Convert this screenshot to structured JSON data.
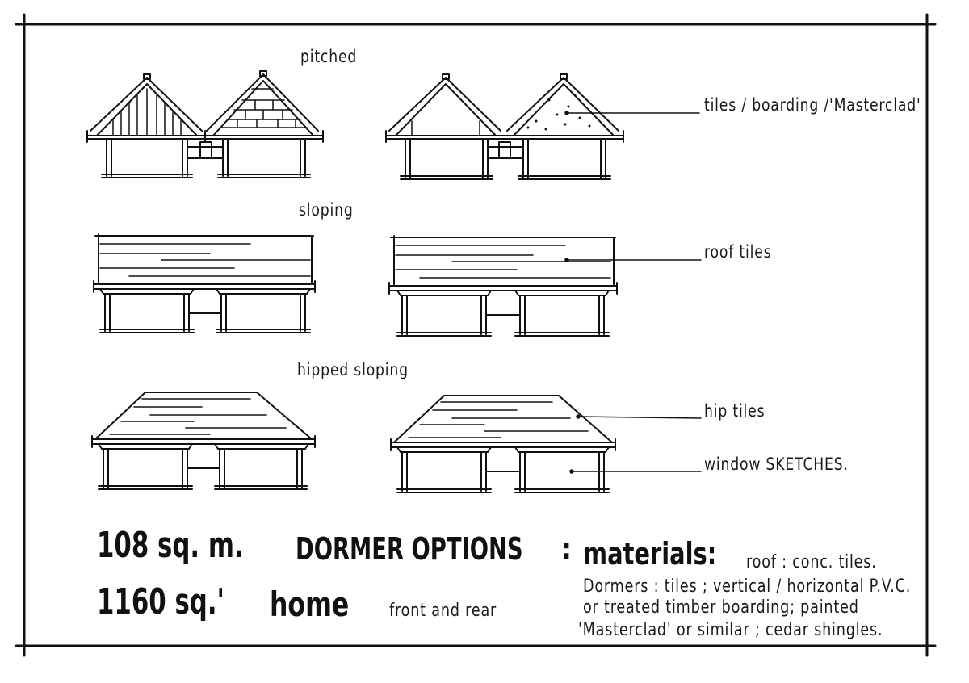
{
  "sections": [
    {
      "key": "pitched",
      "label": "pitched"
    },
    {
      "key": "sloping",
      "label": "sloping"
    },
    {
      "key": "hipped",
      "label": "hipped  sloping"
    }
  ],
  "callouts": [
    {
      "key": "tiles",
      "label": "tiles / boarding /'Masterclad'"
    },
    {
      "key": "roof",
      "label": "roof  tiles"
    },
    {
      "key": "hip",
      "label": "hip  tiles"
    },
    {
      "key": "window",
      "label": "window  SKETCHES."
    }
  ],
  "footer": {
    "area_metric": "108 sq. m.",
    "area_imperial": "1160 sq.'",
    "title_dormer": "DORMER  OPTIONS",
    "colon": ":",
    "title_home": "home",
    "front_rear": "front  and  rear",
    "materials_label": "materials:",
    "materials_roof": "roof :  conc. tiles.",
    "materials_line1": "Dormers : tiles ;  vertical / horizontal  P.V.C.",
    "materials_line2": "or  treated  timber  boarding;  painted",
    "materials_line3": "'Masterclad'  or  similar ;  cedar  shingles."
  }
}
